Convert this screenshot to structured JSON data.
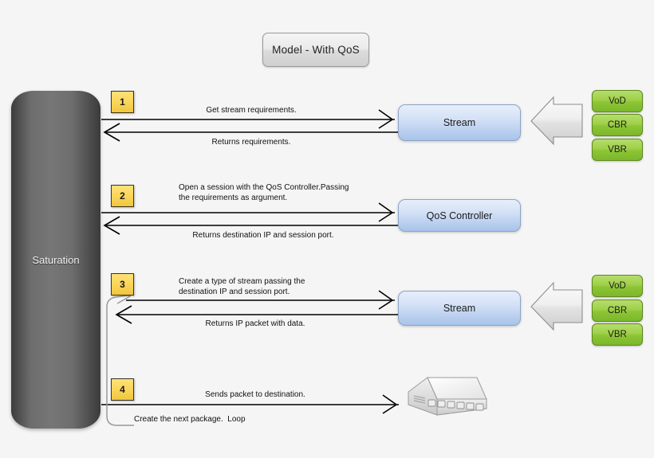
{
  "diagram": {
    "title": "Model - With QoS",
    "background_color": "#f5f5f5",
    "lifeline": {
      "label": "Saturation",
      "color": "#6d6d6d"
    },
    "colors": {
      "step_badge": "#f9d458",
      "node_box": "#c6d9f1",
      "source_box": "#9fd049",
      "line": "#000000",
      "loop_line": "#9a9a9a",
      "block_arrow": "#e0e0e0"
    },
    "steps": [
      {
        "number": "1",
        "request_label": "Get stream requirements.",
        "response_label": "Returns requirements.",
        "target": "Stream"
      },
      {
        "number": "2",
        "request_label": "Open a session with the QoS Controller.Passing\nthe requirements as argument.",
        "response_label": "Returns destination IP and session port.",
        "target": "QoS Controller"
      },
      {
        "number": "3",
        "request_label": "Create a type of stream passing the\ndestination IP and session port.",
        "response_label": "Returns IP packet with data.",
        "target": "Stream"
      },
      {
        "number": "4",
        "request_label": "Sends packet to destination.",
        "response_label": "",
        "target": "switch-device"
      }
    ],
    "nodes": [
      {
        "label": "Stream"
      },
      {
        "label": "QoS Controller"
      },
      {
        "label": "Stream"
      }
    ],
    "sources_top": [
      {
        "label": "VoD"
      },
      {
        "label": "CBR"
      },
      {
        "label": "VBR"
      }
    ],
    "sources_bottom": [
      {
        "label": "VoD"
      },
      {
        "label": "CBR"
      },
      {
        "label": "VBR"
      }
    ],
    "loop_label": "Create the next package.  Loop",
    "icons": {
      "block_arrow_top": "left-block-arrow-icon",
      "block_arrow_bottom": "left-block-arrow-icon",
      "device": "network-switch-icon"
    }
  }
}
